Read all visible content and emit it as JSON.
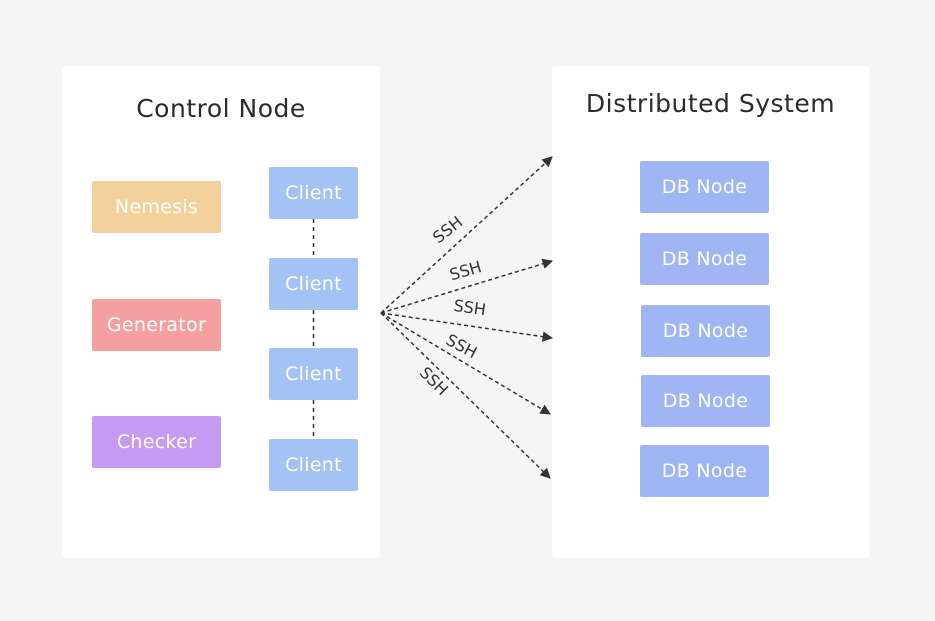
{
  "control_node": {
    "title": "Control Node",
    "roles": {
      "nemesis": "Nemesis",
      "generator": "Generator",
      "checker": "Checker"
    },
    "clients": [
      "Client",
      "Client",
      "Client",
      "Client"
    ]
  },
  "distributed_system": {
    "title": "Distributed System",
    "nodes": [
      "DB Node",
      "DB Node",
      "DB Node",
      "DB Node",
      "DB Node"
    ]
  },
  "connections": {
    "labels": [
      "SSH",
      "SSH",
      "SSH",
      "SSH",
      "SSH"
    ]
  },
  "colors": {
    "background": "#f5f5f5",
    "panel": "#ffffff",
    "nemesis": "#f3d19c",
    "generator": "#f4a0a0",
    "checker": "#c49af2",
    "client": "#a3c3f5",
    "db_node": "#9fb5f4",
    "arrow": "#333333"
  }
}
